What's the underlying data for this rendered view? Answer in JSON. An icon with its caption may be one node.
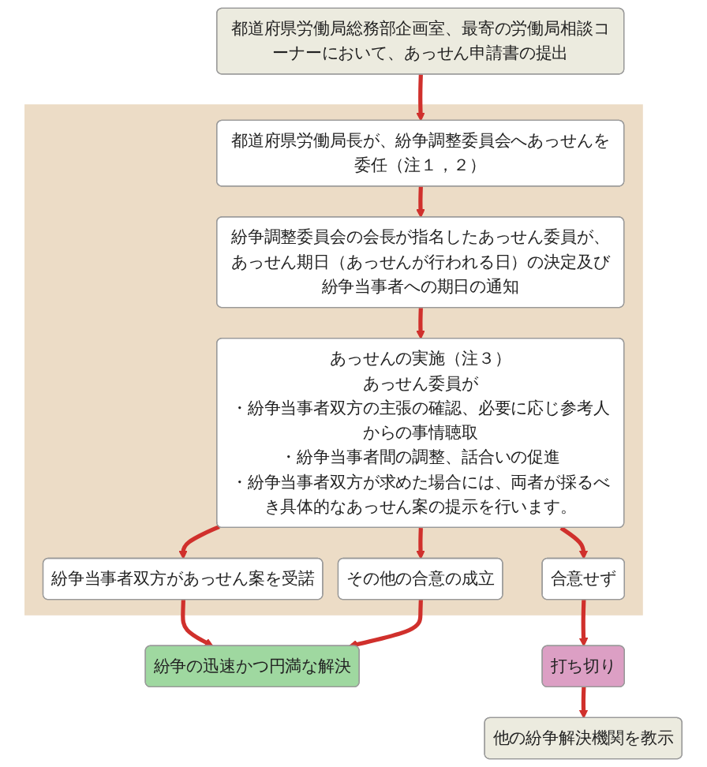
{
  "diagram": {
    "nodes": [
      {
        "text": [
          "都道府県労働局総務部企画室、最寄の労働局相談コーナーにおいて、あっせん申請書の提出"
        ]
      },
      {
        "text": [],
        "shape": "box"
      },
      {
        "text": [
          "都道府県労働局長が、紛争調整委員会へあっせんを委任（注１，２）"
        ],
        "in": 1
      },
      {
        "text": [
          "紛争調整委員会の会長が指名したあっせん委員が、あっせん期日（あっせんが行われる日）の決定及び紛争当事者への期日の通知"
        ],
        "in": 1
      },
      {
        "text": [
          "あっせんの実施（注３）",
          "あっせん委員が",
          "・紛争当事者双方の主張の確認、必要に応じ参考人からの事情聴取",
          "・紛争当事者間の調整、話合いの促進",
          "・紛争当事者双方が求めた場合には、両者が採るべき具体的なあっせん案の提示を行います。"
        ],
        "in": 1
      },
      {
        "text": [
          "紛争当事者双方があっせん案を受諾"
        ],
        "in": 1
      },
      {
        "text": [
          "その他の合意の成立"
        ],
        "in": 1
      },
      {
        "text": [
          "合意せず"
        ],
        "in": 1
      },
      {
        "text": [
          "紛争の迅速かつ円満な解決"
        ]
      },
      {
        "text": [
          "打ち切り"
        ]
      },
      {
        "text": [
          "他の紛争解決機関を教示"
        ]
      }
    ],
    "edges": [
      {
        "from": 0,
        "to": 2,
        "arrow": "to"
      },
      {
        "from": 2,
        "to": 3,
        "arrow": "to"
      },
      {
        "from": 3,
        "to": 4,
        "arrow": "to"
      },
      {
        "from": 4,
        "to": 5,
        "arrow": "to"
      },
      {
        "from": 4,
        "to": 6,
        "arrow": "to"
      },
      {
        "from": 4,
        "to": 7,
        "arrow": "to"
      },
      {
        "from": 5,
        "to": 8,
        "arrow": "to"
      },
      {
        "from": 6,
        "to": 8,
        "arrow": "to"
      },
      {
        "from": 7,
        "to": 9,
        "arrow": "to"
      },
      {
        "from": 9,
        "to": 10,
        "arrow": "to"
      }
    ]
  }
}
